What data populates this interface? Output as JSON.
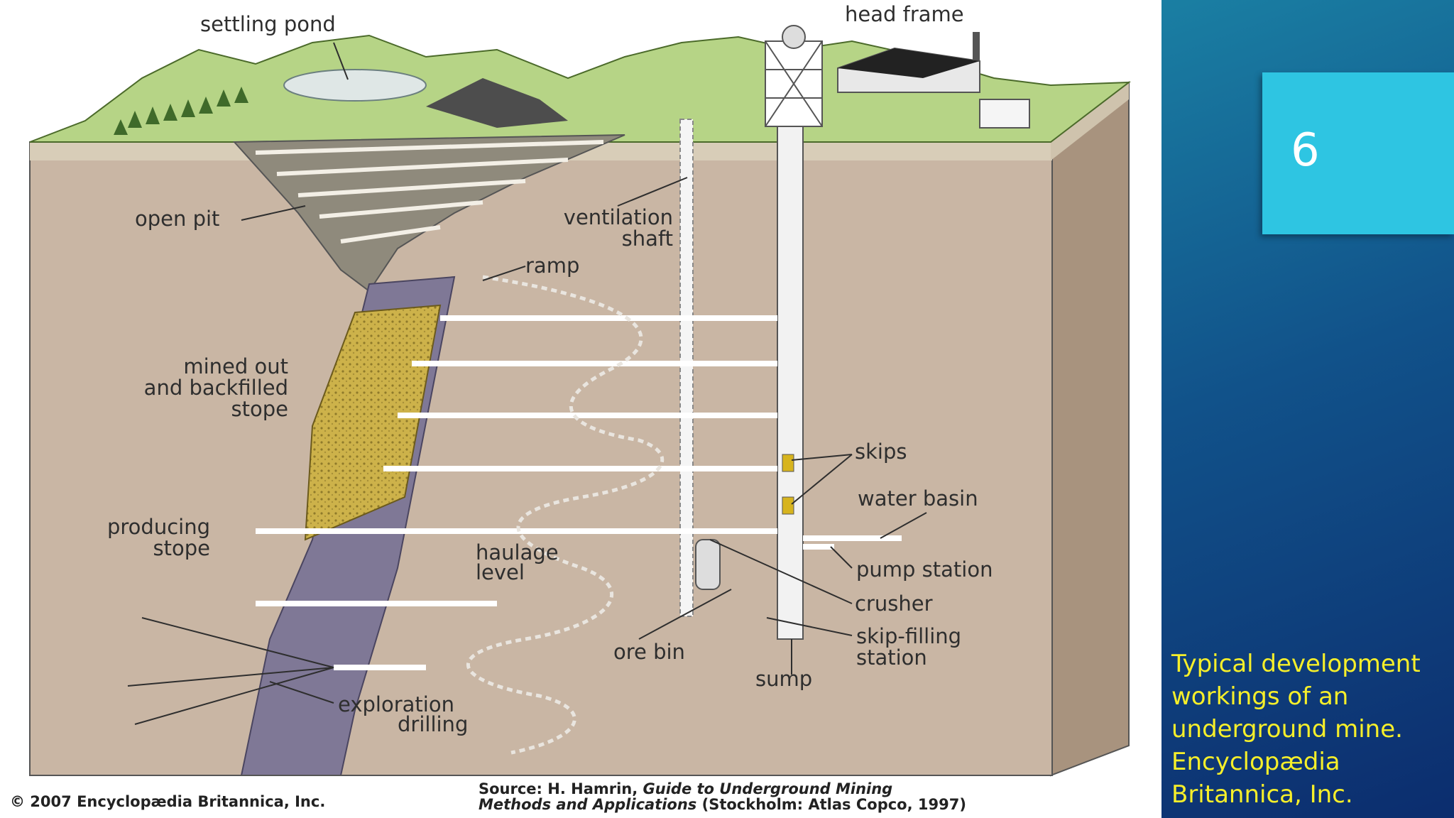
{
  "diagram": {
    "labels": {
      "settling_pond": "settling pond",
      "head_frame": "head frame",
      "open_pit": "open pit",
      "ventilation_shaft_1": "ventilation",
      "ventilation_shaft_2": "shaft",
      "ramp": "ramp",
      "mined_out_1": "mined out",
      "mined_out_2": "and backfilled",
      "mined_out_3": "stope",
      "skips": "skips",
      "water_basin": "water basin",
      "producing_stope_1": "producing",
      "producing_stope_2": "stope",
      "haulage_level_1": "haulage",
      "haulage_level_2": "level",
      "pump_station": "pump station",
      "crusher": "crusher",
      "skip_filling_1": "skip-filling",
      "skip_filling_2": "station",
      "ore_bin": "ore bin",
      "sump": "sump",
      "exploration_1": "exploration",
      "exploration_2": "drilling"
    },
    "copyright": "© 2007 Encyclopædia Britannica, Inc.",
    "source_prefix": "Source: H. Hamrin, ",
    "source_title_1": "Guide to Underground Mining",
    "source_title_2": "Methods and Applications",
    "source_suffix": " (Stockholm: Atlas Copco, 1997)"
  },
  "slide": {
    "number": "6",
    "caption_lines": [
      "Typical development",
      "workings of an",
      "underground mine.",
      "Encyclopædia",
      "Britannica, Inc."
    ]
  },
  "colors": {
    "rock": "#c9b6a4",
    "surface": "#b6d486",
    "ore_body": "#7f7896",
    "backfill": "#cdb24a",
    "caption": "#f6ef2a",
    "number_box": "#2ec5e2"
  }
}
